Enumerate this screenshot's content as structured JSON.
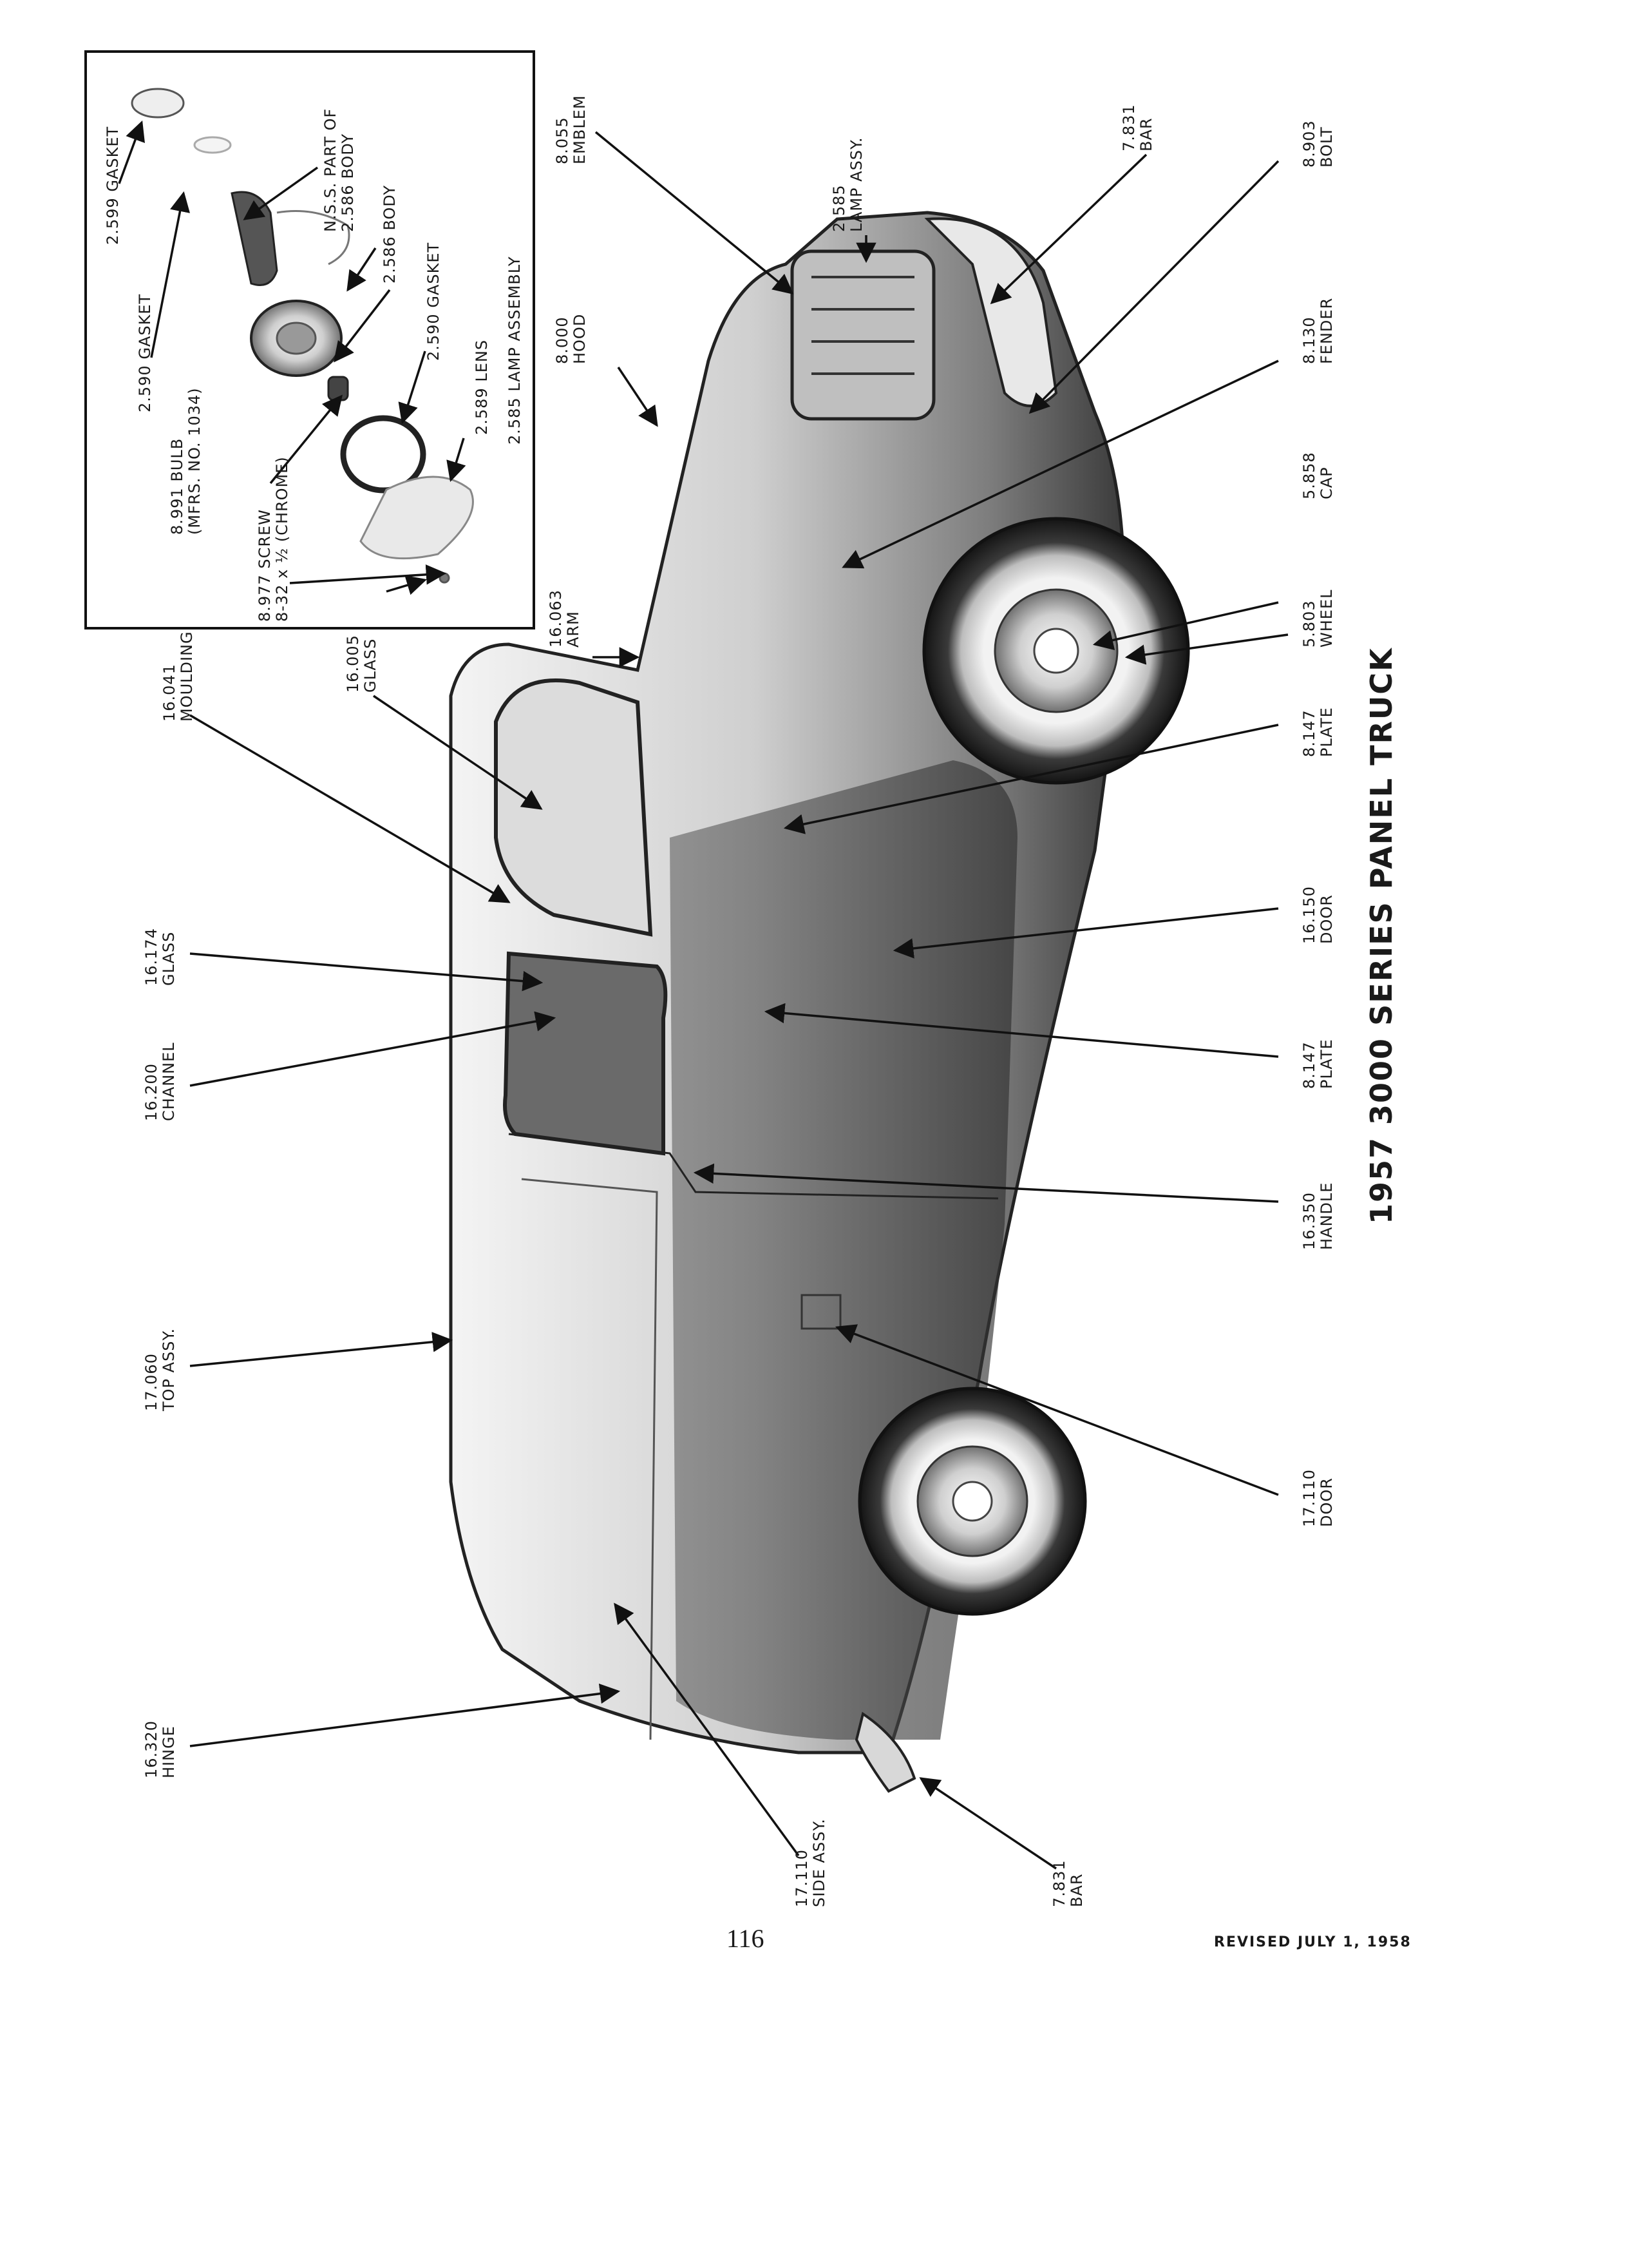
{
  "title": "1957 3000 SERIES PANEL TRUCK",
  "page_number": "116",
  "revised": "REVISED JULY 1, 1958",
  "inset_callouts": [
    {
      "id": "gasket-2599",
      "line1": "2.599 GASKET",
      "line2": ""
    },
    {
      "id": "gasket-2590-a",
      "line1": "2.590 GASKET",
      "line2": ""
    },
    {
      "id": "nss",
      "line1": "N.S.S. PART OF",
      "line2": "2.586 BODY"
    },
    {
      "id": "body-2586",
      "line1": "2.586 BODY",
      "line2": ""
    },
    {
      "id": "gasket-2590-b",
      "line1": "2.590 GASKET",
      "line2": ""
    },
    {
      "id": "lamp-assembly-2585",
      "line1": "2.585 LAMP ASSEMBLY",
      "line2": ""
    },
    {
      "id": "lens-2589",
      "line1": "2.589 LENS",
      "line2": ""
    },
    {
      "id": "bulb-8991",
      "line1": "8.991 BULB",
      "line2": "(MFRS. NO. 1034)"
    },
    {
      "id": "screw-8977",
      "line1": "8.977 SCREW",
      "line2": "8-32 x ½ (CHROME)"
    }
  ],
  "callouts": [
    {
      "id": "moulding-16041",
      "number": "16.041",
      "name": "MOULDING"
    },
    {
      "id": "glass-16005",
      "number": "16.005",
      "name": "GLASS"
    },
    {
      "id": "arm-16063",
      "number": "16.063",
      "name": "ARM"
    },
    {
      "id": "emblem-8055",
      "number": "8.055",
      "name": "EMBLEM"
    },
    {
      "id": "hood-8000",
      "number": "8.000",
      "name": "HOOD"
    },
    {
      "id": "lamp-assy-2585",
      "number": "2.585",
      "name": "LAMP ASSY."
    },
    {
      "id": "bar-7831-front",
      "number": "7.831",
      "name": "BAR"
    },
    {
      "id": "bolt-8903",
      "number": "8.903",
      "name": "BOLT"
    },
    {
      "id": "fender-8130",
      "number": "8.130",
      "name": "FENDER"
    },
    {
      "id": "cap-5858",
      "number": "5.858",
      "name": "CAP"
    },
    {
      "id": "wheel-5803",
      "number": "5.803",
      "name": "WHEEL"
    },
    {
      "id": "plate-8147-a",
      "number": "8.147",
      "name": "PLATE"
    },
    {
      "id": "door-16150",
      "number": "16.150",
      "name": "DOOR"
    },
    {
      "id": "plate-8147-b",
      "number": "8.147",
      "name": "PLATE"
    },
    {
      "id": "handle-16350",
      "number": "16.350",
      "name": "HANDLE"
    },
    {
      "id": "door-17110",
      "number": "17.110",
      "name": "DOOR"
    },
    {
      "id": "glass-16174",
      "number": "16.174",
      "name": "GLASS"
    },
    {
      "id": "channel-16200",
      "number": "16.200",
      "name": "CHANNEL"
    },
    {
      "id": "top-assy-17060",
      "number": "17.060",
      "name": "TOP ASSY."
    },
    {
      "id": "hinge-16320",
      "number": "16.320",
      "name": "HINGE"
    },
    {
      "id": "side-assy-17110",
      "number": "17.110",
      "name": "SIDE ASSY."
    },
    {
      "id": "bar-7831-rear",
      "number": "7.831",
      "name": "BAR"
    }
  ]
}
